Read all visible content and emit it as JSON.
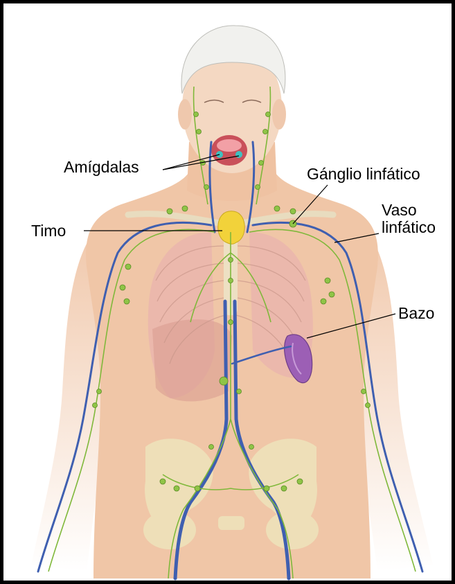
{
  "labels": {
    "tonsils": "Amígdalas",
    "lymph_node": "Gánglio linfático",
    "lymph_vessel_line1": "Vaso",
    "lymph_vessel_line2": "linfático",
    "thymus": "Timo",
    "spleen": "Bazo"
  },
  "colors": {
    "frame": "#000000",
    "skin": "#f3cdb0",
    "skin_shadow": "#e2a98a",
    "hair": "#f4f4f1",
    "vessel_blue": "#3f5fb0",
    "lymph_green": "#7fb83a",
    "thymus_yellow": "#f2d23a",
    "spleen_purple": "#9c5fb5",
    "lungs": "#e9b6b2",
    "pelvis_bone": "#eedfb8",
    "tonsil_cyan": "#3fc0c0"
  }
}
